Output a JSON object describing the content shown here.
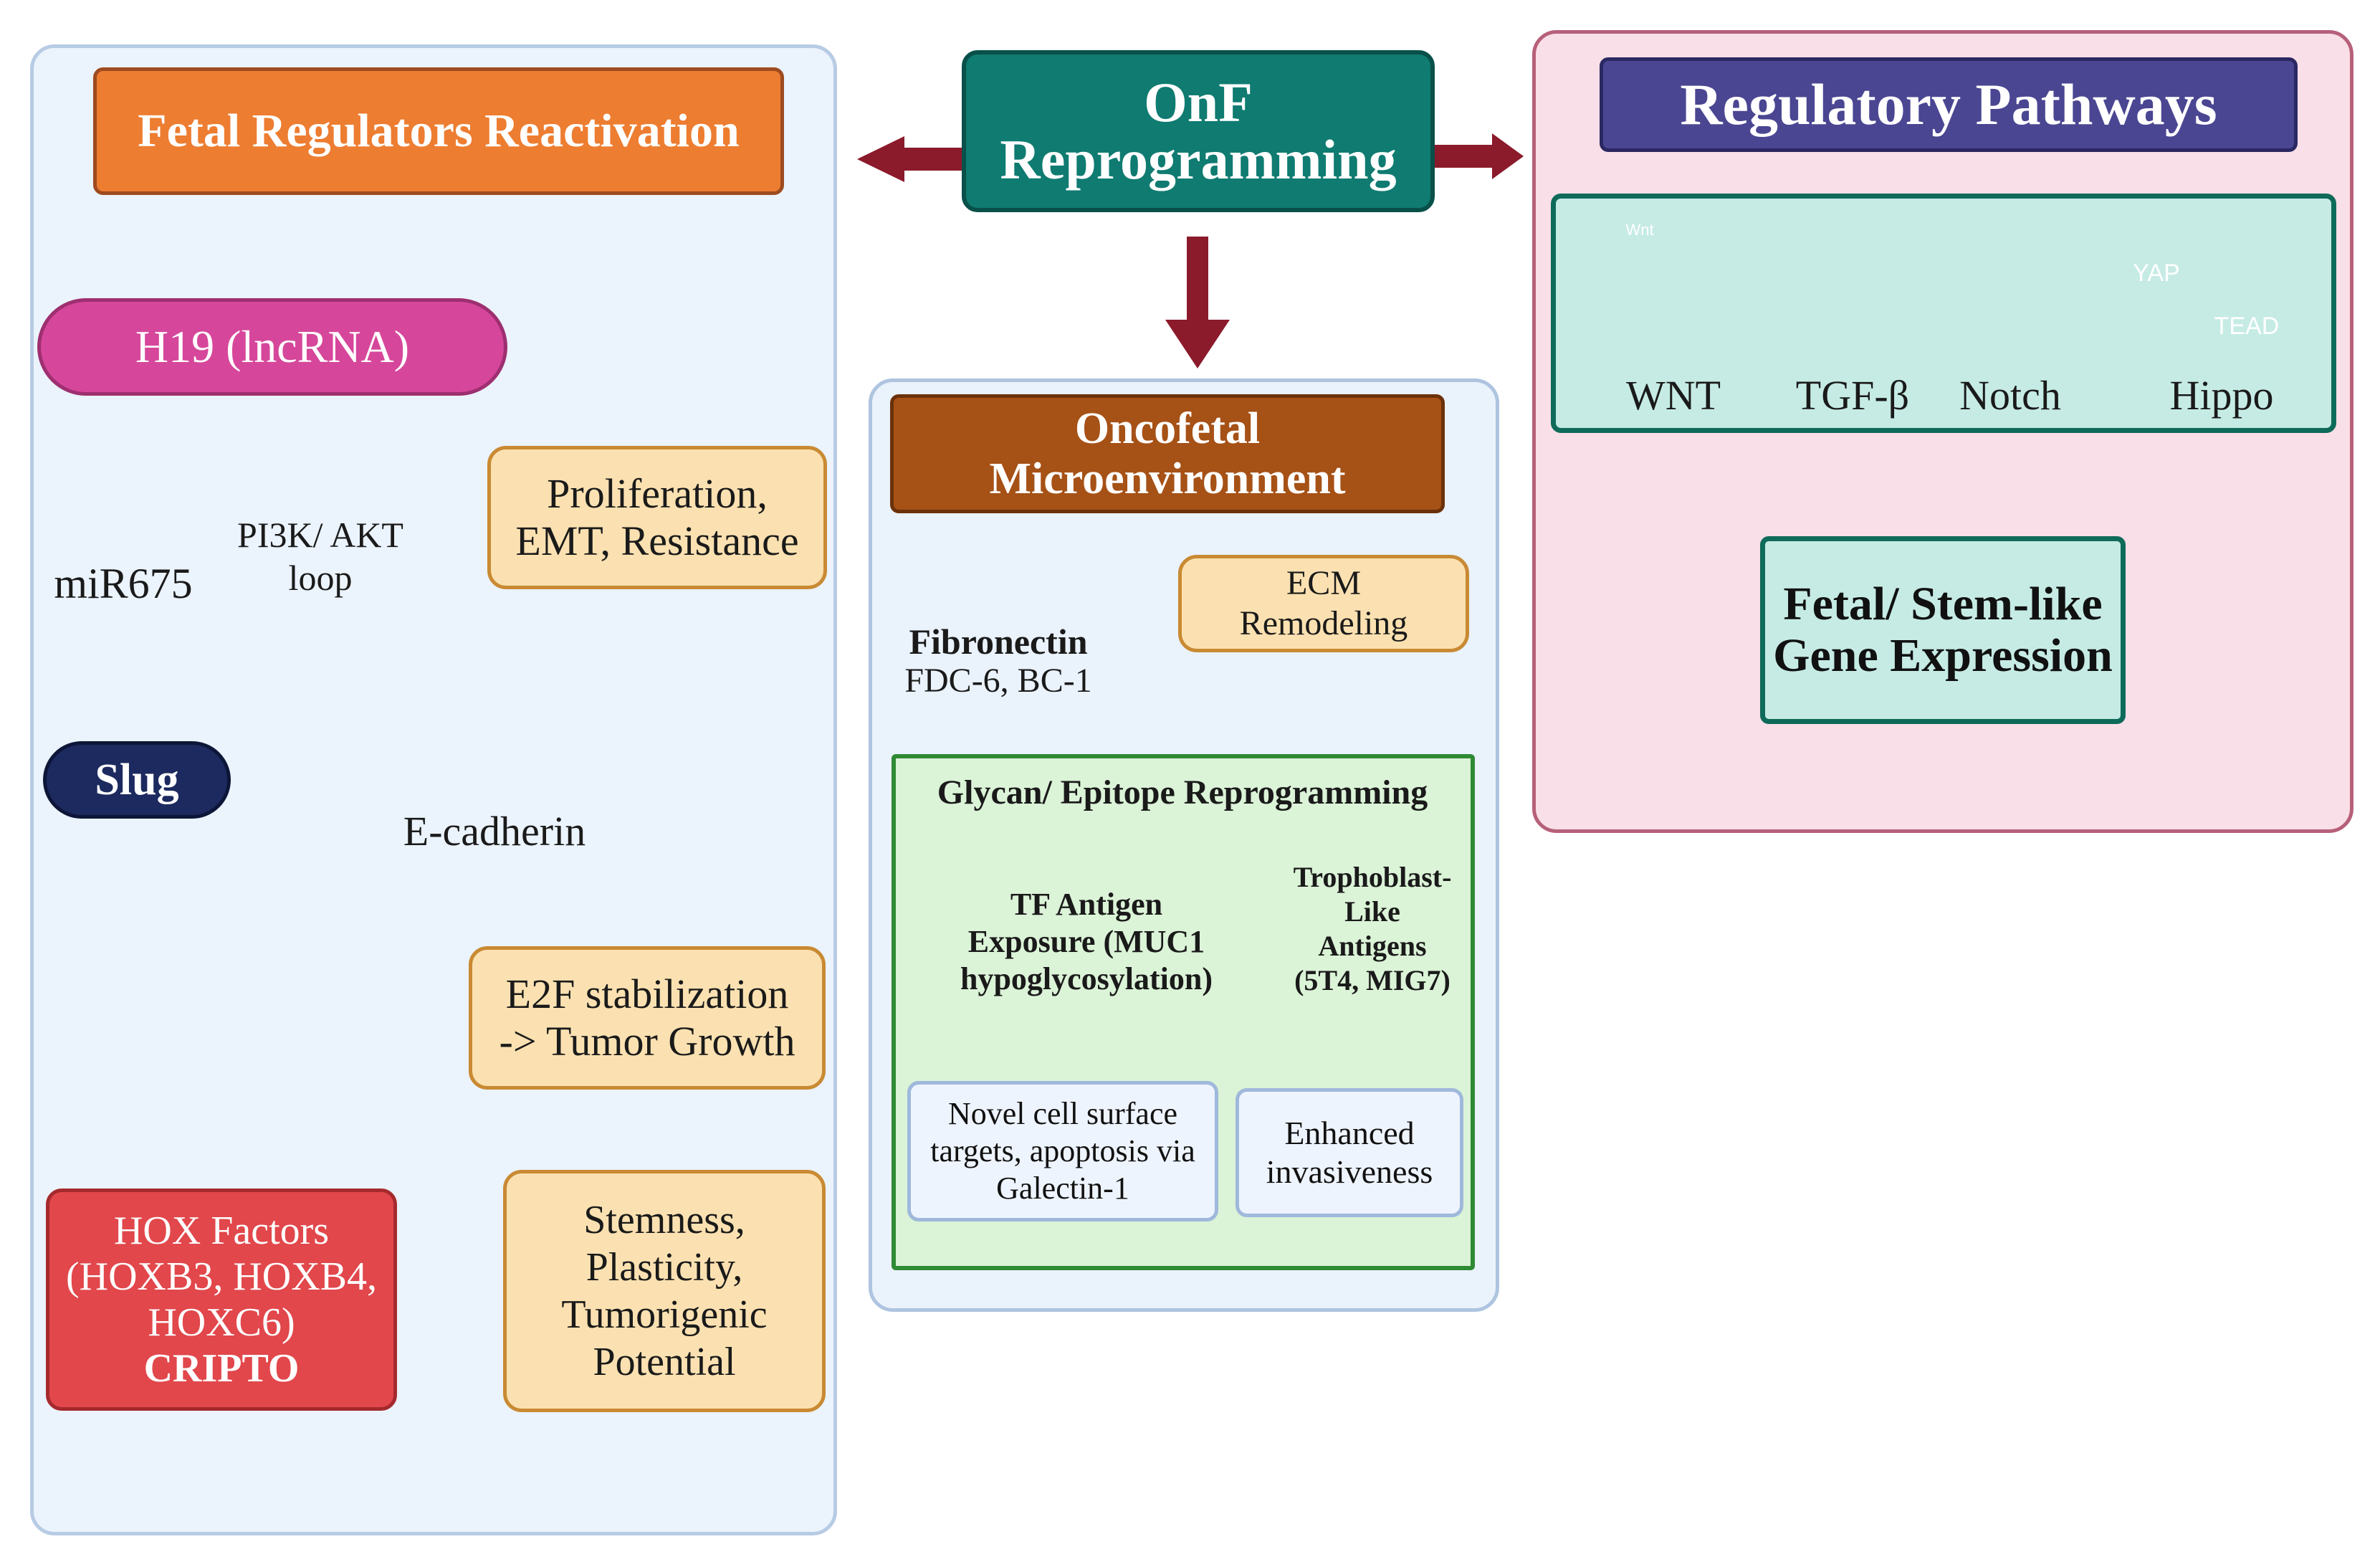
{
  "center": {
    "title_line1": "OnF",
    "title_line2": "Reprogramming"
  },
  "left_panel": {
    "title": "Fetal Regulators Reactivation",
    "h19": "H19 (lncRNA)",
    "mir": "miR675",
    "pi3k_line1": "PI3K/ AKT",
    "pi3k_line2": "loop",
    "prolif_line1": "Proliferation,",
    "prolif_line2": "EMT, Resistance",
    "slug": "Slug",
    "ecadherin": "E-cadherin",
    "e2f_line1": "E2F stabilization",
    "e2f_line2": "-> Tumor Growth",
    "hox_line1": "HOX Factors",
    "hox_line2": "(HOXB3, HOXB4,",
    "hox_line3": "HOXC6)",
    "hox_line4": "CRIPTO",
    "stem_line1": "Stemness,",
    "stem_line2": "Plasticity,",
    "stem_line3": "Tumorigenic",
    "stem_line4": "Potential"
  },
  "middle_panel": {
    "title_line1": "Oncofetal",
    "title_line2": "Microenvironment",
    "fibronectin": "Fibronectin",
    "fibronectin_sub": "FDC-6, BC-1",
    "ecm_line1": "ECM",
    "ecm_line2": "Remodeling",
    "glycan_title": "Glycan/ Epitope Reprogramming",
    "tf_line1": "TF Antigen",
    "tf_line2": "Exposure (MUC1",
    "tf_line3": "hypoglycosylation)",
    "tropho_line1": "Trophoblast-",
    "tropho_line2": "Like",
    "tropho_line3": "Antigens",
    "tropho_line4": "(5T4, MIG7)",
    "novel_line1": "Novel cell surface",
    "novel_line2": "targets, apoptosis via",
    "novel_line3": "Galectin-1",
    "enh_line1": "Enhanced",
    "enh_line2": "invasiveness"
  },
  "right_panel": {
    "title": "Regulatory Pathways",
    "wnt_tag": "Wnt",
    "yap": "YAP",
    "tead": "TEAD",
    "pathways": [
      "WNT",
      "TGF-β",
      "Notch",
      "Hippo"
    ],
    "fetal_line1": "Fetal/ Stem-like",
    "fetal_line2": "Gene Expression"
  },
  "colors": {
    "arrow_dark_red": "#8b1a2b",
    "onf_teal": "#0f7b71",
    "orange": "#ed7d31",
    "purple": "#4a4692",
    "brown": "#a65116",
    "magenta": "#d6479b",
    "navy": "#1c2a5f",
    "hox_red": "#e1474b"
  }
}
